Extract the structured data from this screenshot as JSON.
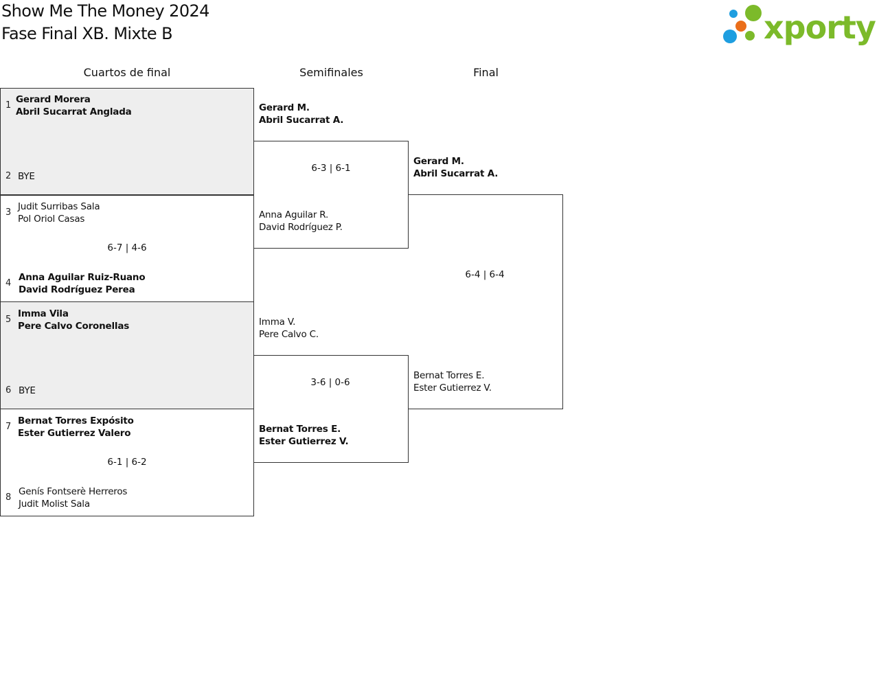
{
  "header": {
    "title_line1": "Show Me The Money 2024",
    "title_line2": "Fase Final XB. Mixte B",
    "logo_text": "xporty",
    "logo_colors": {
      "blue": "#1e9ee0",
      "orange": "#ea6e1a",
      "green": "#7cba2a"
    }
  },
  "columns": {
    "qf": "Cuartos de final",
    "sf": "Semifinales",
    "final": "Final"
  },
  "quarterfinals": [
    {
      "top_seed": "1",
      "top_p1": "Gerard Morera",
      "top_p2": "Abril Sucarrat Anglada",
      "bottom_seed": "2",
      "bottom_p1": "BYE",
      "score": ""
    },
    {
      "top_seed": "3",
      "top_p1": "Judit Surribas Sala",
      "top_p2": "Pol Oriol Casas",
      "bottom_seed": "4",
      "bottom_p1": "Anna Aguilar Ruiz-Ruano",
      "bottom_p2": "David Rodríguez Perea",
      "score": "6-7 | 4-6"
    },
    {
      "top_seed": "5",
      "top_p1": "Imma Vila",
      "top_p2": "Pere Calvo Coronellas",
      "bottom_seed": "6",
      "bottom_p1": "BYE",
      "score": ""
    },
    {
      "top_seed": "7",
      "top_p1": "Bernat Torres Expósito",
      "top_p2": "Ester Gutierrez Valero",
      "bottom_seed": "8",
      "bottom_p1": "Genís Fontserè Herreros",
      "bottom_p2": "Judit Molist Sala",
      "score": "6-1 | 6-2"
    }
  ],
  "semifinals": [
    {
      "top_p1": "Gerard M.",
      "top_p2": "Abril Sucarrat A.",
      "bottom_p1": "Anna Aguilar R.",
      "bottom_p2": "David Rodríguez P.",
      "score": "6-3 | 6-1"
    },
    {
      "top_p1": "Imma V.",
      "top_p2": "Pere Calvo C.",
      "bottom_p1": "Bernat Torres E.",
      "bottom_p2": "Ester Gutierrez V.",
      "score": "3-6 | 0-6"
    }
  ],
  "final": {
    "top_p1": "Gerard M.",
    "top_p2": "Abril Sucarrat A.",
    "bottom_p1": "Bernat Torres E.",
    "bottom_p2": "Ester Gutierrez V.",
    "score": "6-4 | 6-4"
  }
}
